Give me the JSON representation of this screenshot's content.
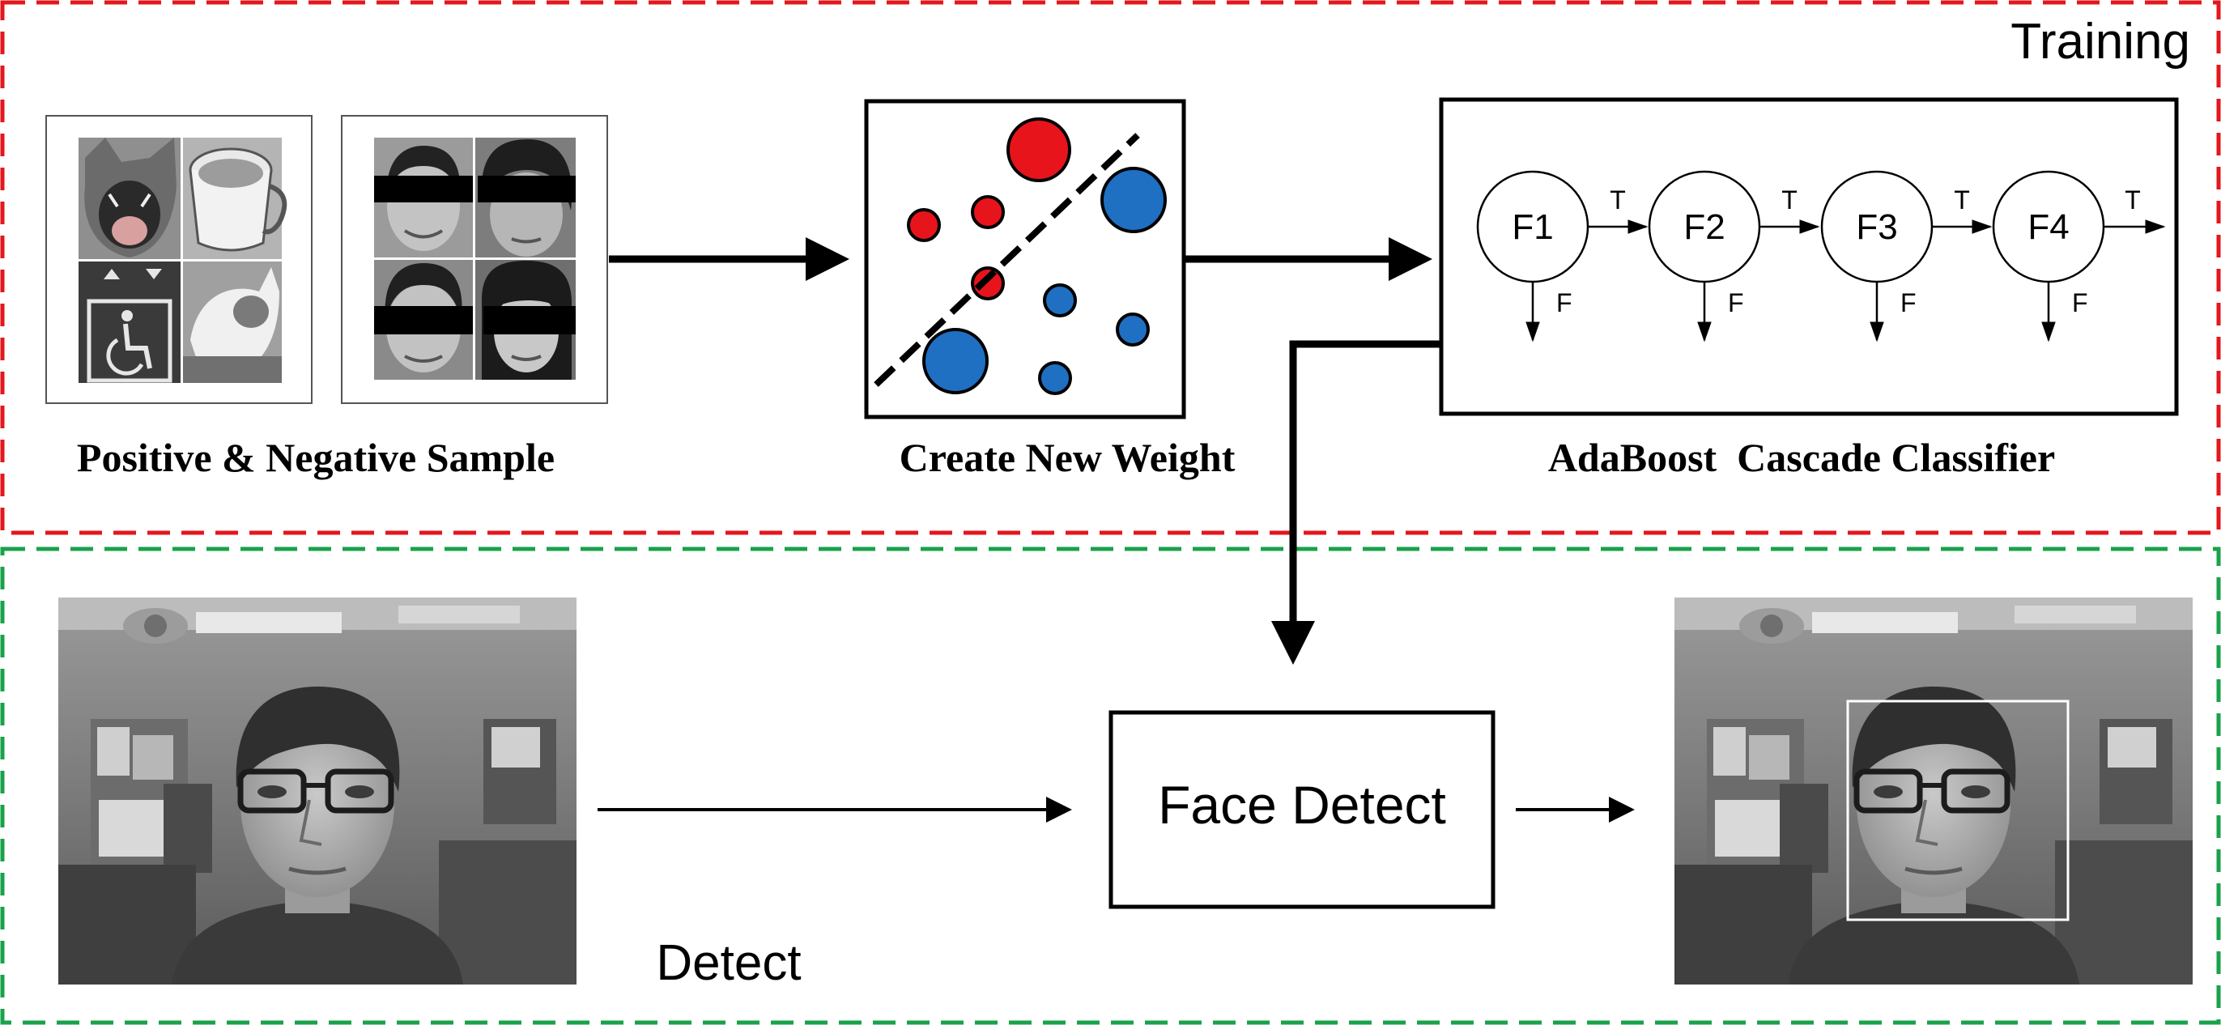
{
  "colors": {
    "training_border": "#e3171c",
    "detect_border": "#1aa24b",
    "red_sample": "#e8141c",
    "blue_sample": "#1f6fc2",
    "ink": "#000000",
    "face_box": "#ffffff"
  },
  "training": {
    "section_label": "Training",
    "samples_caption": "Positive & Negative Sample",
    "weight_caption": "Create New Weight",
    "classifier_caption": "AdaBoost  Cascade Classifier",
    "stages": [
      {
        "label": "F1",
        "true_label": "T",
        "false_label": "F"
      },
      {
        "label": "F2",
        "true_label": "T",
        "false_label": "F"
      },
      {
        "label": "F3",
        "true_label": "T",
        "false_label": "F"
      },
      {
        "label": "F4",
        "true_label": "T",
        "false_label": "F"
      }
    ],
    "weight_points": [
      {
        "color": "red",
        "size": "large"
      },
      {
        "color": "red",
        "size": "small"
      },
      {
        "color": "red",
        "size": "small"
      },
      {
        "color": "red",
        "size": "small"
      },
      {
        "color": "blue",
        "size": "large"
      },
      {
        "color": "blue",
        "size": "large"
      },
      {
        "color": "blue",
        "size": "small"
      },
      {
        "color": "blue",
        "size": "small"
      },
      {
        "color": "blue",
        "size": "small"
      }
    ]
  },
  "detect": {
    "section_label": "Detect",
    "process_label": "Face Detect"
  }
}
